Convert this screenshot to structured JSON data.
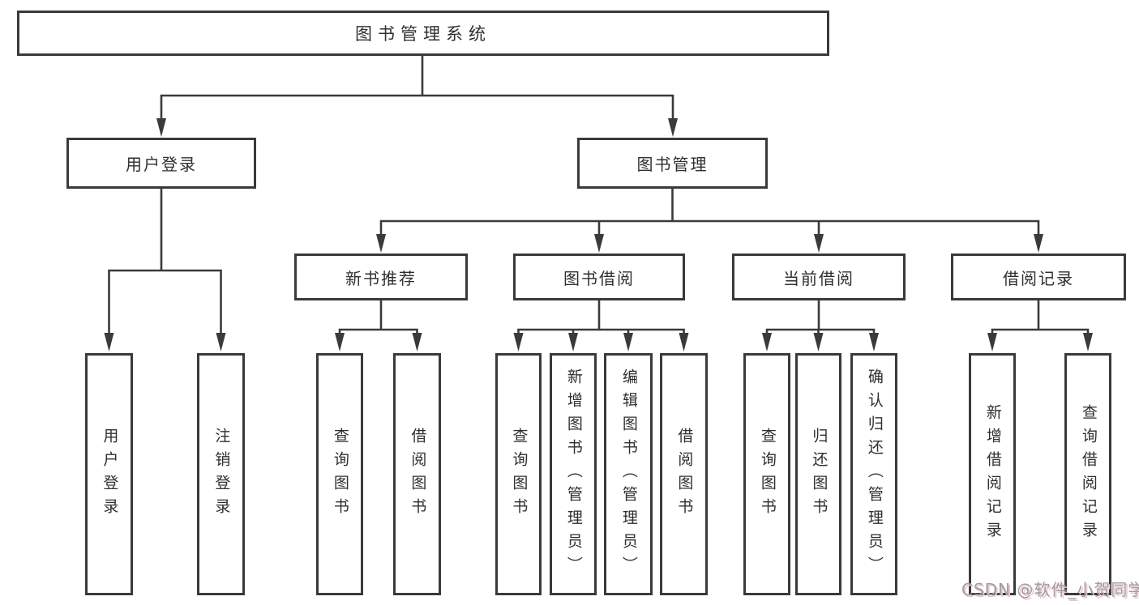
{
  "colors": {
    "background": "#ffffff",
    "line": "#3a3a3a",
    "box_border": "#3a3a3a",
    "text": "#2f2f2f",
    "watermark_text": "#9e9e9e",
    "watermark_shadow": "#efc3c9"
  },
  "tree": {
    "root": {
      "label": "图书管理系统"
    },
    "branches": [
      {
        "label": "用户登录",
        "children": [
          {
            "label": "用户登录"
          },
          {
            "label": "注销登录"
          }
        ]
      },
      {
        "label": "图书管理",
        "groups": [
          {
            "label": "新书推荐",
            "children": [
              {
                "label": "查询图书"
              },
              {
                "label": "借阅图书"
              }
            ]
          },
          {
            "label": "图书借阅",
            "children": [
              {
                "label": "查询图书"
              },
              {
                "label": "新增图书（管理员）"
              },
              {
                "label": "编辑图书（管理员）"
              },
              {
                "label": "借阅图书"
              }
            ]
          },
          {
            "label": "当前借阅",
            "children": [
              {
                "label": "查询图书"
              },
              {
                "label": "归还图书"
              },
              {
                "label": "确认归还（管理员）"
              }
            ]
          },
          {
            "label": "借阅记录",
            "children": [
              {
                "label": "新增借阅记录"
              },
              {
                "label": "查询借阅记录"
              }
            ]
          }
        ]
      }
    ]
  },
  "watermark": {
    "text": "CSDN @软件_小贺同学"
  }
}
